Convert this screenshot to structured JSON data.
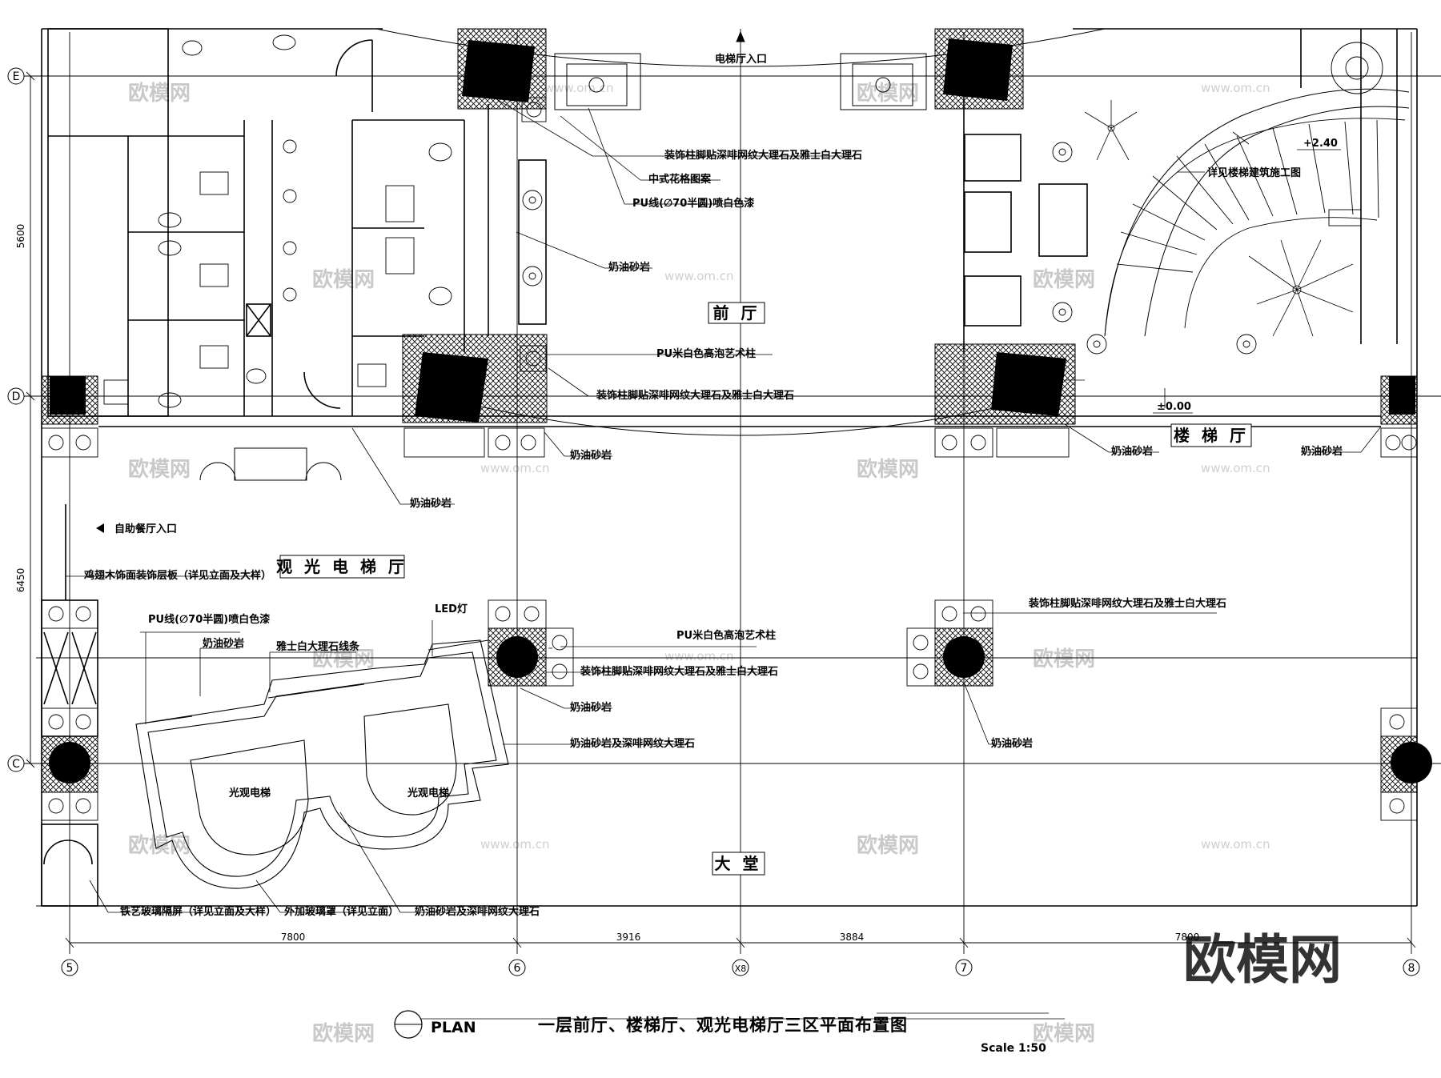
{
  "title": "一层前厅、楼梯厅、观光电梯厅三区平面布置图",
  "plan_label": "PLAN",
  "scale": "Scale 1:50",
  "rooms": {
    "front_hall": "前 厅",
    "stair_hall": "楼 梯 厅",
    "sightseeing_elevator_hall": "观 光 电 梯 厅",
    "lobby": "大 堂"
  },
  "elevators": [
    "光观电梯",
    "光观电梯"
  ],
  "entrances": {
    "elevator_hall": "电梯厅入口",
    "buffet": "自助餐厅入口"
  },
  "levels": {
    "upper": "+2.40",
    "ground": "±0.00"
  },
  "grid_axes": {
    "horizontal": [
      "E",
      "D",
      "C"
    ],
    "vertical": [
      "5",
      "6",
      "X8",
      "7",
      "8"
    ]
  },
  "dimensions": {
    "left": [
      "5600",
      "6450"
    ],
    "bottom": [
      "7800",
      "3916",
      "3884",
      "7800"
    ]
  },
  "annotations": [
    "装饰柱脚贴深啡网纹大理石及雅士白大理石",
    "中式花格图案",
    "PU线(∅70半圆)喷白色漆",
    "奶油砂岩",
    "PU米白色高泡艺术柱",
    "装饰柱脚贴深啡网纹大理石及雅士白大理石",
    "奶油砂岩",
    "奶油砂岩",
    "详见楼梯建筑施工图",
    "奶油砂岩",
    "奶油砂岩",
    "鸡翅木饰面装饰层板（详见立面及大样）",
    "PU线(∅70半圆)喷白色漆",
    "奶油砂岩",
    "雅士白大理石线条",
    "LED灯",
    "PU米白色高泡艺术柱",
    "装饰柱脚贴深啡网纹大理石及雅士白大理石",
    "装饰柱脚贴深啡网纹大理石及雅士白大理石",
    "奶油砂岩",
    "奶油砂岩及深啡网纹大理石",
    "奶油砂岩",
    "铁艺玻璃隔屏（详见立面及大样）",
    "外加玻璃罩（详见立面）",
    "奶油砂岩及深啡网纹大理石"
  ],
  "watermark": {
    "brand": "欧模网",
    "site": "www.om.cn"
  }
}
